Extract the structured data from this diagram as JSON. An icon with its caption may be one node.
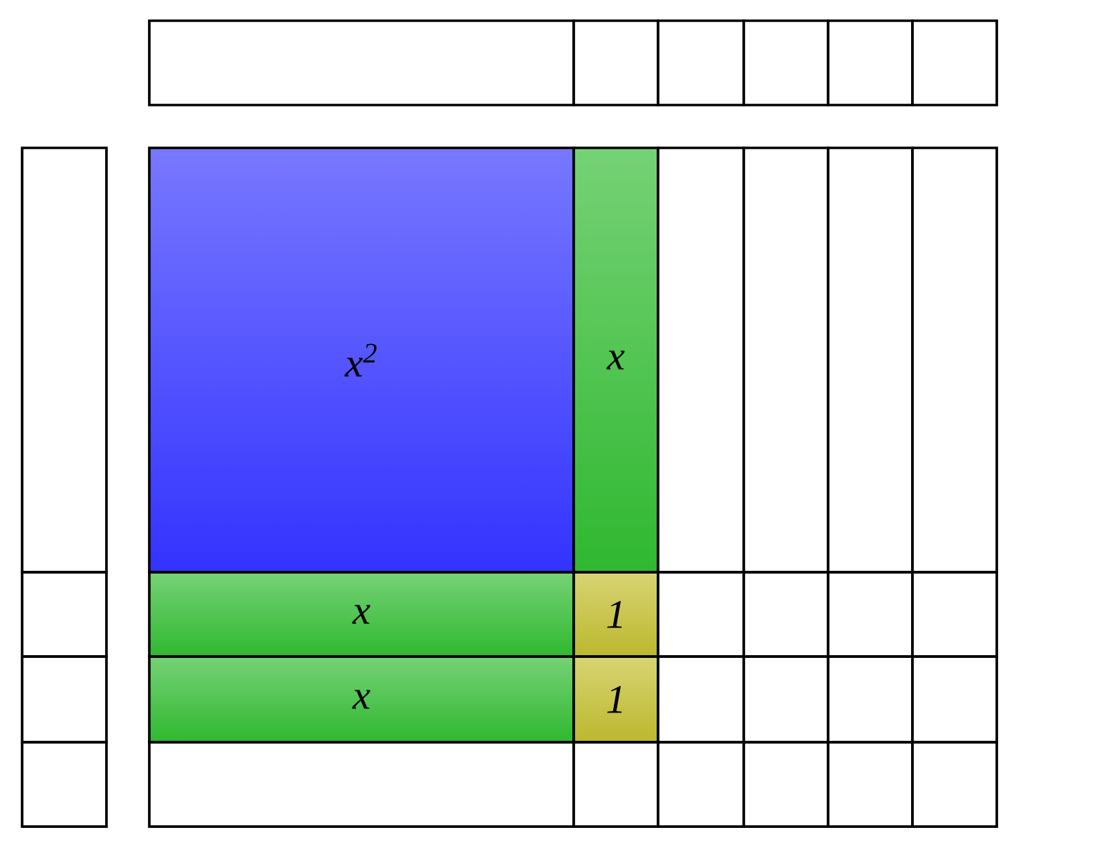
{
  "diagram": {
    "nodes": [
      {
        "text": [],
        "shape": "box"
      },
      {
        "text": [],
        "shape": "box"
      },
      {
        "text": [],
        "shape": "box"
      },
      {
        "text": [],
        "shape": "box"
      },
      {
        "text": [],
        "shape": "box"
      },
      {
        "text": [],
        "shape": "box"
      },
      {
        "text": [],
        "shape": "box"
      },
      {
        "text": [
          "x$^{2}$"
        ]
      },
      {
        "text": [
          "x"
        ]
      },
      {
        "text": [],
        "shape": "box"
      },
      {
        "text": [],
        "shape": "box"
      },
      {
        "text": [],
        "shape": "box"
      },
      {
        "text": [],
        "shape": "box"
      },
      {
        "text": [],
        "shape": "box"
      },
      {
        "text": [
          "x"
        ]
      },
      {
        "text": [
          "1"
        ]
      },
      {
        "text": [],
        "shape": "box"
      },
      {
        "text": [],
        "shape": "box"
      },
      {
        "text": [],
        "shape": "box"
      },
      {
        "text": [],
        "shape": "box"
      },
      {
        "text": [],
        "shape": "box"
      },
      {
        "text": [
          "x"
        ]
      },
      {
        "text": [
          "1"
        ]
      },
      {
        "text": [],
        "shape": "box"
      },
      {
        "text": [],
        "shape": "box"
      },
      {
        "text": [],
        "shape": "box"
      },
      {
        "text": [],
        "shape": "box"
      },
      {
        "text": [],
        "shape": "box"
      },
      {
        "text": [],
        "shape": "box"
      },
      {
        "text": [],
        "shape": "box"
      },
      {
        "text": [],
        "shape": "box"
      },
      {
        "text": [],
        "shape": "box"
      },
      {
        "text": [],
        "shape": "box"
      },
      {
        "text": [],
        "shape": "box"
      }
    ]
  }
}
